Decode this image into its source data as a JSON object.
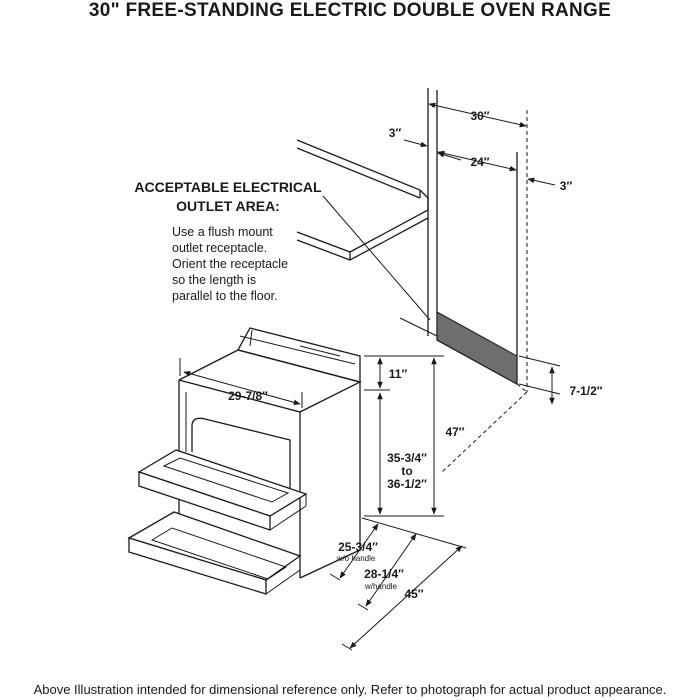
{
  "title": "30\" FREE-STANDING ELECTRIC DOUBLE OVEN RANGE",
  "outlet": {
    "heading_line1": "ACCEPTABLE ELECTRICAL",
    "heading_line2": "OUTLET AREA:",
    "instructions": [
      "Use a flush mount",
      "outlet receptacle.",
      "Orient the receptacle",
      "so the length is",
      "parallel to the floor."
    ]
  },
  "dimensions": {
    "opening_width": "30″",
    "left_clearance": "3″",
    "outlet_width": "24″",
    "right_clearance": "3″",
    "outlet_height": "7-1/2″",
    "top_width": "29-7/8″",
    "backguard_height": "11″",
    "total_height": "47″",
    "cooktop_height_min": "35-3/4″",
    "cooktop_height_to": "to",
    "cooktop_height_max": "36-1/2″",
    "depth_no_handle": "25-3/4″",
    "depth_no_handle_note": "w/o handle",
    "depth_with_handle": "28-1/4″",
    "depth_with_handle_note": "w/handle",
    "depth_door_open": "45″"
  },
  "footer": "Above Illustration intended for dimensional reference only. Refer to photograph for actual product appearance.",
  "colors": {
    "outlet_area": "#6e6e6e",
    "line": "#1a1a1a"
  }
}
